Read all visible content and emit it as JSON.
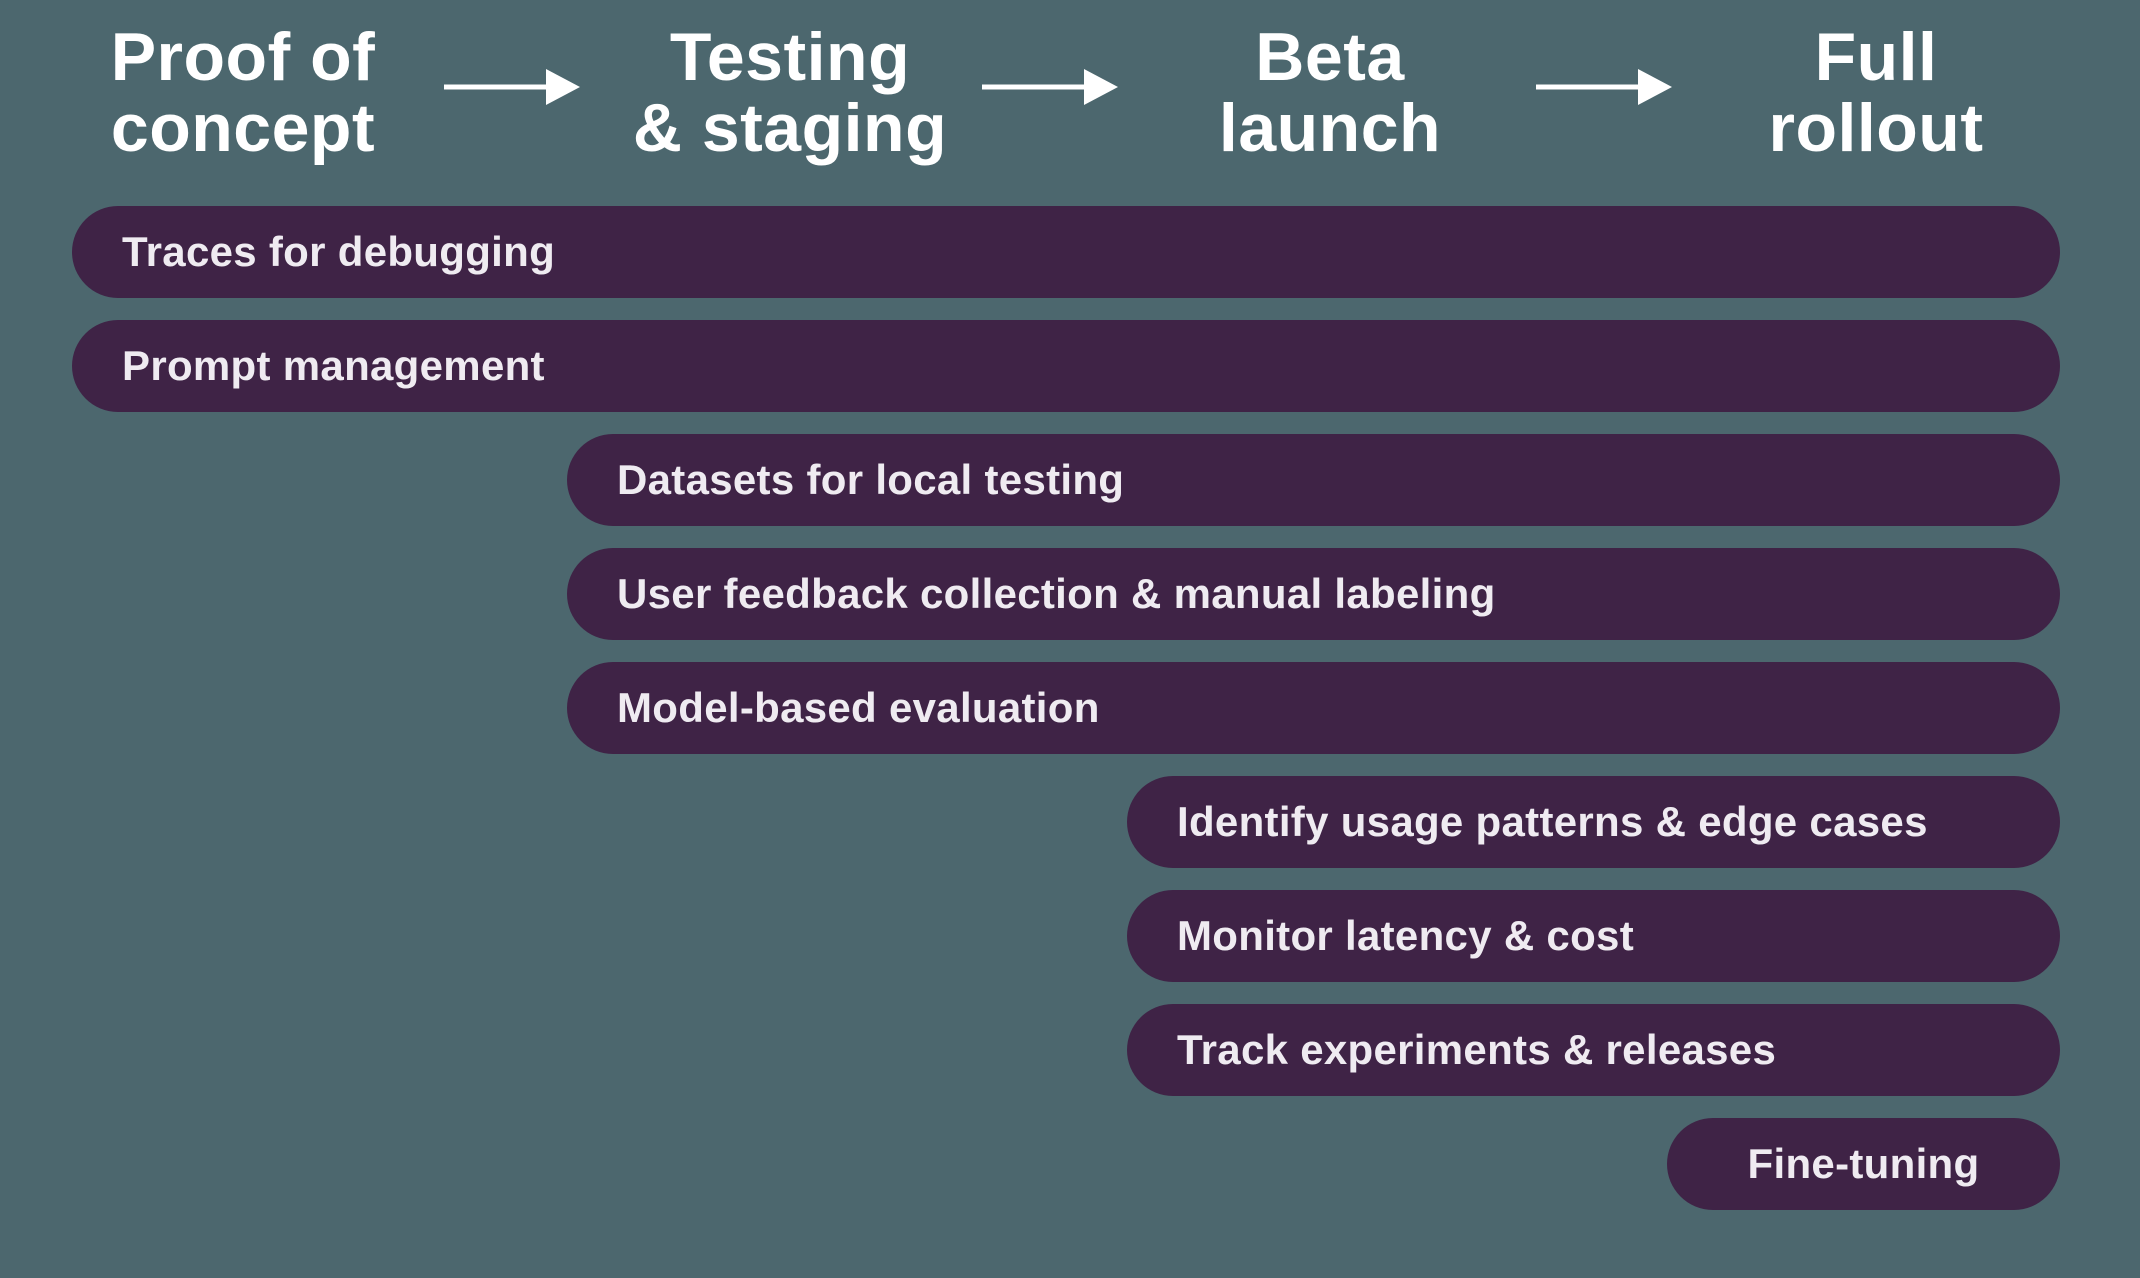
{
  "colors": {
    "background": "#4C676E",
    "bar": "#3F2346",
    "bar_text": "#EFEBF1",
    "header_text": "#FFFFFF",
    "arrow": "#FFFFFF"
  },
  "stages": [
    {
      "name": "proof-of-concept",
      "line1": "Proof of",
      "line2": "concept"
    },
    {
      "name": "testing-staging",
      "line1": "Testing",
      "line2": "& staging"
    },
    {
      "name": "beta-launch",
      "line1": "Beta",
      "line2": "launch"
    },
    {
      "name": "full-rollout",
      "line1": "Full",
      "line2": "rollout"
    }
  ],
  "bars": [
    {
      "label": "Traces for debugging",
      "start_stage": "Proof of concept",
      "end_stage": "Full rollout"
    },
    {
      "label": "Prompt management",
      "start_stage": "Proof of concept",
      "end_stage": "Full rollout"
    },
    {
      "label": "Datasets for local testing",
      "start_stage": "Testing & staging",
      "end_stage": "Full rollout"
    },
    {
      "label": "User feedback collection & manual labeling",
      "start_stage": "Testing & staging",
      "end_stage": "Full rollout"
    },
    {
      "label": "Model-based evaluation",
      "start_stage": "Testing & staging",
      "end_stage": "Full rollout"
    },
    {
      "label": "Identify usage patterns & edge cases",
      "start_stage": "Beta launch",
      "end_stage": "Full rollout"
    },
    {
      "label": "Monitor latency & cost",
      "start_stage": "Beta launch",
      "end_stage": "Full rollout"
    },
    {
      "label": "Track experiments & releases",
      "start_stage": "Beta launch",
      "end_stage": "Full rollout"
    },
    {
      "label": "Fine-tuning",
      "start_stage": "Full rollout",
      "end_stage": "Full rollout"
    }
  ]
}
